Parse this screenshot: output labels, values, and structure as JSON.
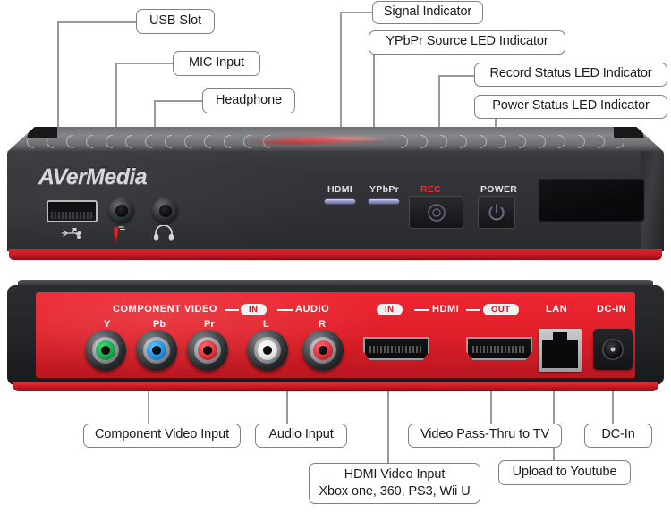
{
  "product": {
    "brand": "AVerMedia",
    "front_panel": {
      "usb_icon": "usb-icon",
      "mic_icon": "microphone-icon",
      "headphone_icon": "headphone-icon",
      "leds": [
        {
          "label": "HDMI",
          "name": "hdmi-led"
        },
        {
          "label": "YPbPr",
          "name": "ypbpr-led"
        }
      ],
      "buttons": [
        {
          "label": "REC",
          "name": "record-button",
          "icon": "shutter-icon",
          "color": "#ec2f36"
        },
        {
          "label": "POWER",
          "name": "power-button",
          "icon": "power-icon",
          "color": "#e4e6ea"
        }
      ],
      "ir_window": "ir-receiver-window"
    },
    "rear_panel": {
      "group_component": "COMPONENT VIDEO",
      "group_audio": "AUDIO",
      "group_hdmi": "HDMI",
      "badge_in": "IN",
      "badge_out": "OUT",
      "label_lan": "LAN",
      "label_dcin": "DC-IN",
      "rca_jacks": [
        {
          "label": "Y",
          "color": "#17a84a",
          "name": "rca-jack-y"
        },
        {
          "label": "Pb",
          "color": "#1f8fe0",
          "name": "rca-jack-pb"
        },
        {
          "label": "Pr",
          "color": "#e0303a",
          "name": "rca-jack-pr"
        },
        {
          "label": "L",
          "color": "#f2f2f2",
          "name": "rca-jack-audio-left"
        },
        {
          "label": "R",
          "color": "#e0303a",
          "name": "rca-jack-audio-right"
        }
      ]
    },
    "colors": {
      "brand_red": "#e01f29",
      "body_dark": "#2f3034",
      "led_purple": "#8e90c4",
      "rec_red": "#ec2f36",
      "leader_gray": "#9a9a9a",
      "callout_border": "#808080"
    }
  },
  "callouts": {
    "top": [
      {
        "name": "callout-usb-slot",
        "label": "USB Slot"
      },
      {
        "name": "callout-mic-input",
        "label": "MIC Input"
      },
      {
        "name": "callout-headphone",
        "label": "Headphone"
      },
      {
        "name": "callout-signal-indicator",
        "label": "Signal Indicator"
      },
      {
        "name": "callout-ypbpr-source-led",
        "label": "YPbPr Source LED Indicator"
      },
      {
        "name": "callout-record-status-led",
        "label": "Record Status LED Indicator"
      },
      {
        "name": "callout-power-status-led",
        "label": "Power Status LED Indicator"
      }
    ],
    "bottom": [
      {
        "name": "callout-component-video-input",
        "label": "Component Video Input"
      },
      {
        "name": "callout-audio-input",
        "label": "Audio Input"
      },
      {
        "name": "callout-video-passthru",
        "label": "Video Pass-Thru to TV"
      },
      {
        "name": "callout-dc-in",
        "label": "DC-In"
      },
      {
        "name": "callout-hdmi-video-input",
        "label_line1": "HDMI Video Input",
        "label_line2": "Xbox one, 360, PS3, Wii U"
      },
      {
        "name": "callout-upload-youtube",
        "label": "Upload to Youtube"
      }
    ]
  }
}
